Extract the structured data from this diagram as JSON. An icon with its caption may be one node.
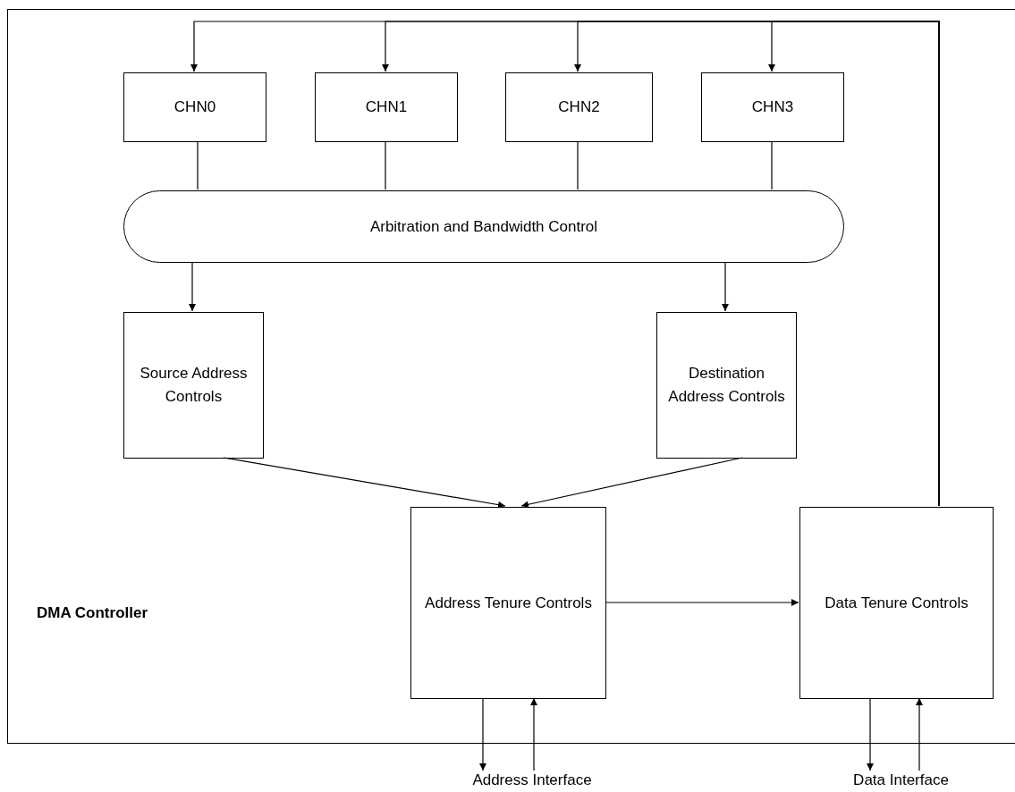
{
  "diagram": {
    "nodes": [
      {
        "text": [
          "DMA Controller"
        ]
      },
      {
        "text": [
          "CHN0"
        ],
        "in": 0
      },
      {
        "text": [
          "CHN1"
        ],
        "in": 0
      },
      {
        "text": [
          "CHN2"
        ],
        "in": 0
      },
      {
        "text": [
          "CHN3"
        ],
        "in": 0
      },
      {
        "text": [
          "Arbitration and Bandwidth Control"
        ],
        "in": 0
      },
      {
        "text": [
          "Source Address Controls"
        ],
        "in": 0
      },
      {
        "text": [
          "Destination Address Controls"
        ],
        "in": 0
      },
      {
        "text": [
          "Address Tenure Controls"
        ],
        "in": 0
      },
      {
        "text": [
          "Data Tenure Controls"
        ],
        "in": 0
      },
      {
        "text": [
          "Address Interface"
        ]
      },
      {
        "text": [
          "Data Interface"
        ]
      }
    ],
    "edges": [
      {
        "from": 9,
        "to": 1,
        "arrow": "to"
      },
      {
        "from": 9,
        "to": 2,
        "arrow": "to"
      },
      {
        "from": 9,
        "to": 3,
        "arrow": "to"
      },
      {
        "from": 9,
        "to": 4,
        "arrow": "to"
      },
      {
        "from": 1,
        "to": 5,
        "arrow": "none"
      },
      {
        "from": 2,
        "to": 5,
        "arrow": "none"
      },
      {
        "from": 3,
        "to": 5,
        "arrow": "none"
      },
      {
        "from": 4,
        "to": 5,
        "arrow": "none"
      },
      {
        "from": 5,
        "to": 6,
        "arrow": "to"
      },
      {
        "from": 5,
        "to": 7,
        "arrow": "to"
      },
      {
        "from": 6,
        "to": 8,
        "arrow": "to"
      },
      {
        "from": 7,
        "to": 8,
        "arrow": "to"
      },
      {
        "from": 8,
        "to": 9,
        "arrow": "to"
      },
      {
        "from": 8,
        "to": 10,
        "arrow": "to"
      },
      {
        "from": 10,
        "to": 8,
        "arrow": "to"
      },
      {
        "from": 9,
        "to": 11,
        "arrow": "to"
      },
      {
        "from": 11,
        "to": 9,
        "arrow": "to"
      }
    ]
  }
}
